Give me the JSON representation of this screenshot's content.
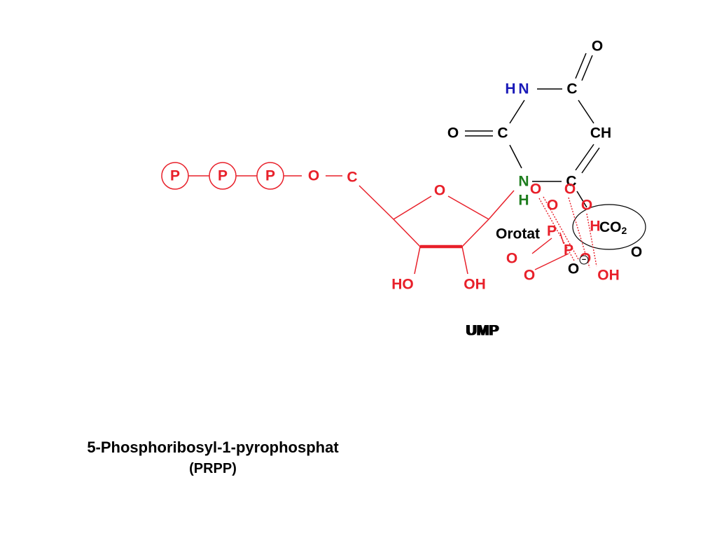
{
  "colors": {
    "prpp": "#e8202a",
    "base": "#000000",
    "hn": "#1a1ab8",
    "glycosidic_n": "#1e7d1e",
    "background": "#ffffff"
  },
  "prpp_chain": {
    "phosphate_1": "P",
    "phosphate_2": "P",
    "phosphate_3": "P",
    "ester_oxygen": "O",
    "carbon_5": "C"
  },
  "ribose": {
    "ring_oxygen": "O",
    "hydroxyl_left": "HO",
    "hydroxyl_right": "OH"
  },
  "base": {
    "top_oxygen": "O",
    "hn_h": "H",
    "hn_n": "N",
    "c_top": "C",
    "left_oxygen": "O",
    "c_left": "C",
    "ch": "CH",
    "n_glycosidic": "N",
    "n_h": "H",
    "c_bottom": "C",
    "name": "Orotat"
  },
  "cluster": {
    "red_labels": [
      "O",
      "O",
      "O",
      "O",
      "P",
      "H",
      "O",
      "P",
      "O",
      "O",
      "OH"
    ],
    "black_labels": [
      "O",
      "O"
    ],
    "charge": "−",
    "co2_text": "CO",
    "co2_subscript": "2",
    "product_label": "UMP"
  },
  "caption": {
    "title": "5-Phosphoribosyl-1-pyrophosphat",
    "abbreviation": "(PRPP)"
  }
}
